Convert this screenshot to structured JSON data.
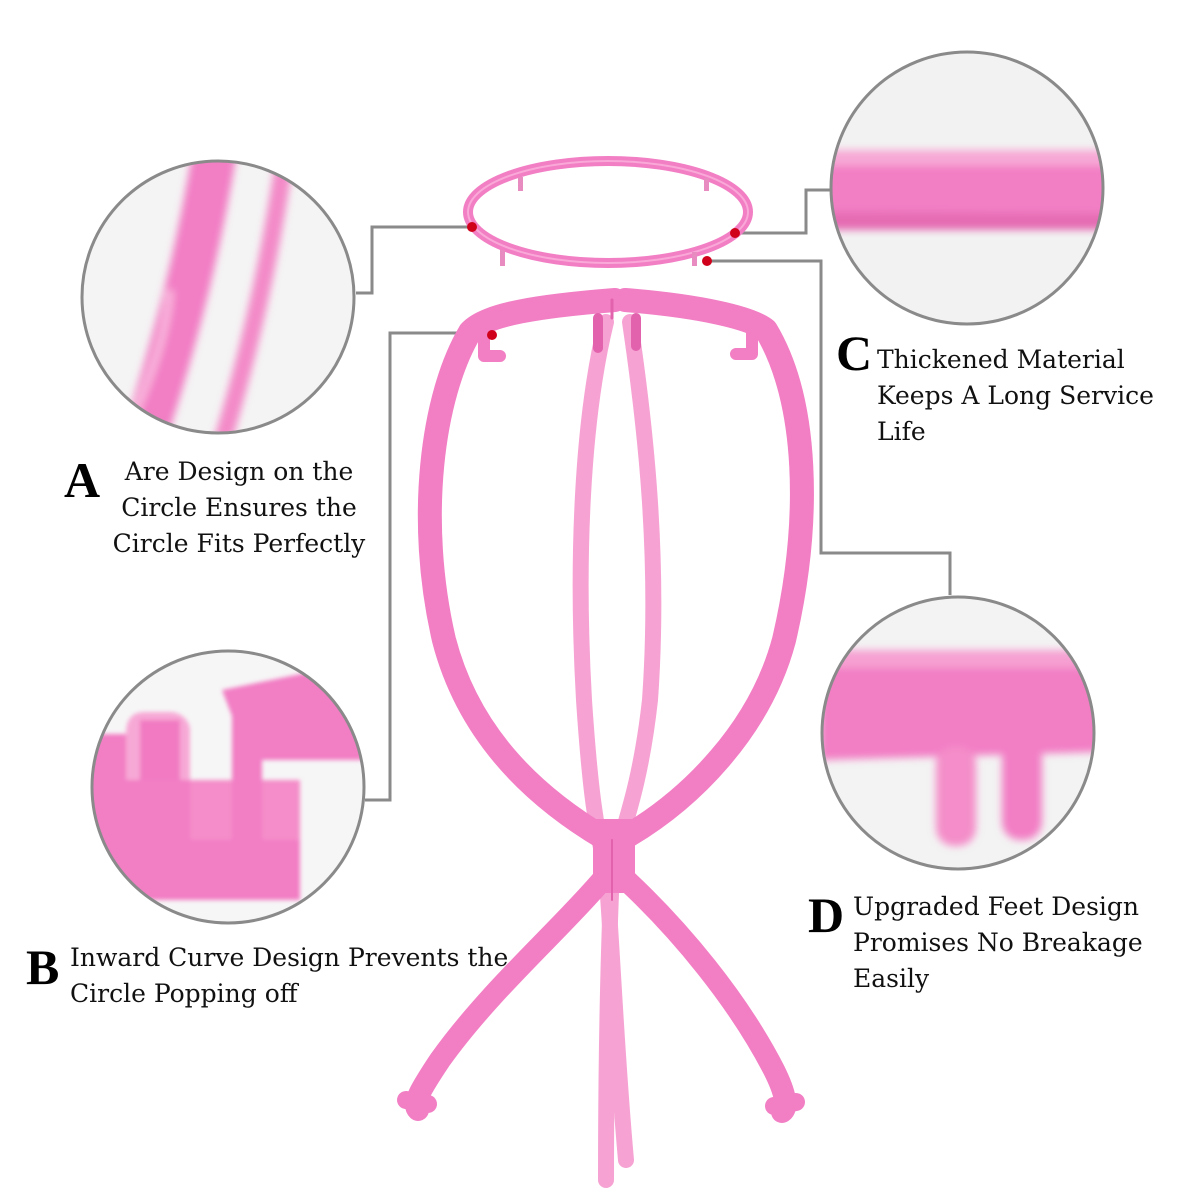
{
  "colors": {
    "plastic": "#f27ec4",
    "plastic_dark": "#e262ad",
    "plastic_light": "#f9a8d8",
    "leader_line": "#8a8a8a",
    "marker_dot": "#d0021b",
    "text": "#111111"
  },
  "callouts": [
    {
      "letter": "A",
      "lines": [
        "Are Design on the",
        "Circle Ensures the",
        "Circle Fits Perfectly"
      ]
    },
    {
      "letter": "B",
      "lines": [
        "Inward Curve Design Prevents the",
        "Circle Popping off"
      ]
    },
    {
      "letter": "C",
      "lines": [
        "Thickened Material",
        "Keeps A Long Service",
        "Life"
      ]
    },
    {
      "letter": "D",
      "lines": [
        "Upgraded Feet Design",
        "Promises No Breakage",
        "Easily"
      ]
    }
  ]
}
